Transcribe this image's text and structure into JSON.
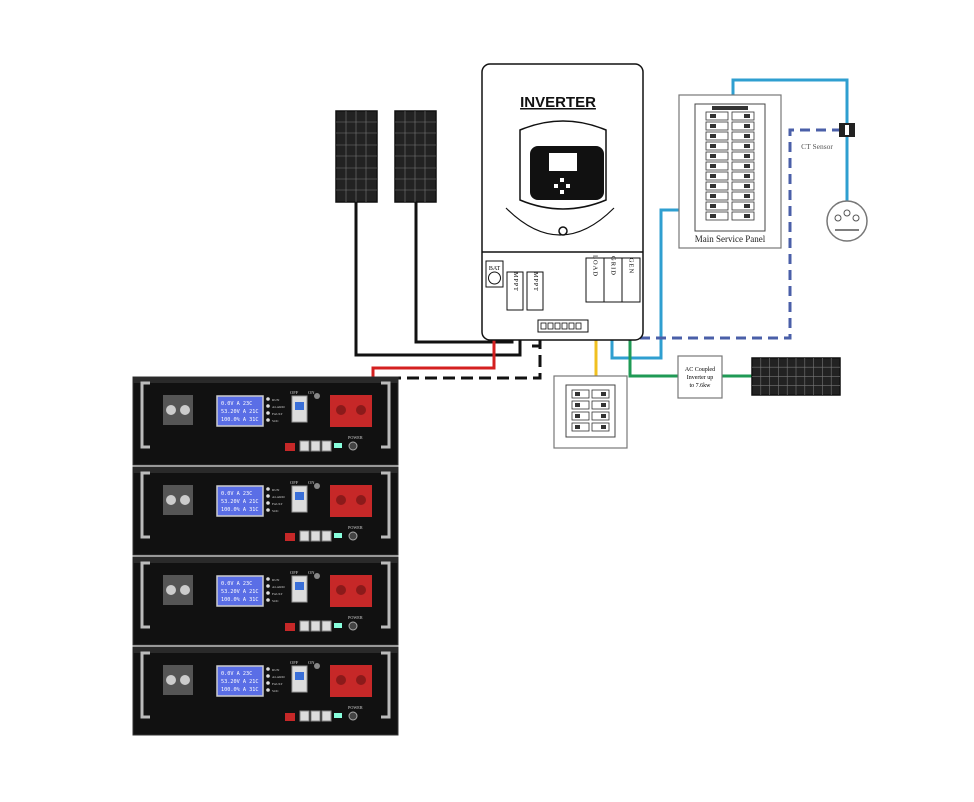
{
  "inverter": {
    "title": "INVERTER",
    "terminals": {
      "bat": "BAT",
      "mppt1": "MPPT",
      "mppt2": "MPPT",
      "load": "LOAD",
      "grid": "GRID",
      "gen": "GEN"
    }
  },
  "main_panel": {
    "label": "Main Service Panel"
  },
  "ct_sensor": {
    "label": "CT Sensor"
  },
  "ac_coupled": {
    "label_line1": "AC Coupled",
    "label_line2": "Inverter up",
    "label_line3": "to 7.6kw"
  },
  "battery": {
    "switch_off": "OFF",
    "switch_on": "ON",
    "power_label": "POWER",
    "lcd_line1": "0.0V  A  23C",
    "lcd_line2": "53.20V  A  21C",
    "lcd_line3": "100.0%  A  31C",
    "indicators": [
      "RUN",
      "ALARM",
      "FAULT",
      "SOC"
    ]
  },
  "colors": {
    "dc_positive": "#d42020",
    "dc_negative": "#111111",
    "load_wire": "#f0c020",
    "grid_wire": "#2f9fd0",
    "gen_wire": "#1f9a55",
    "ct_wire": "#4a5fa8"
  }
}
